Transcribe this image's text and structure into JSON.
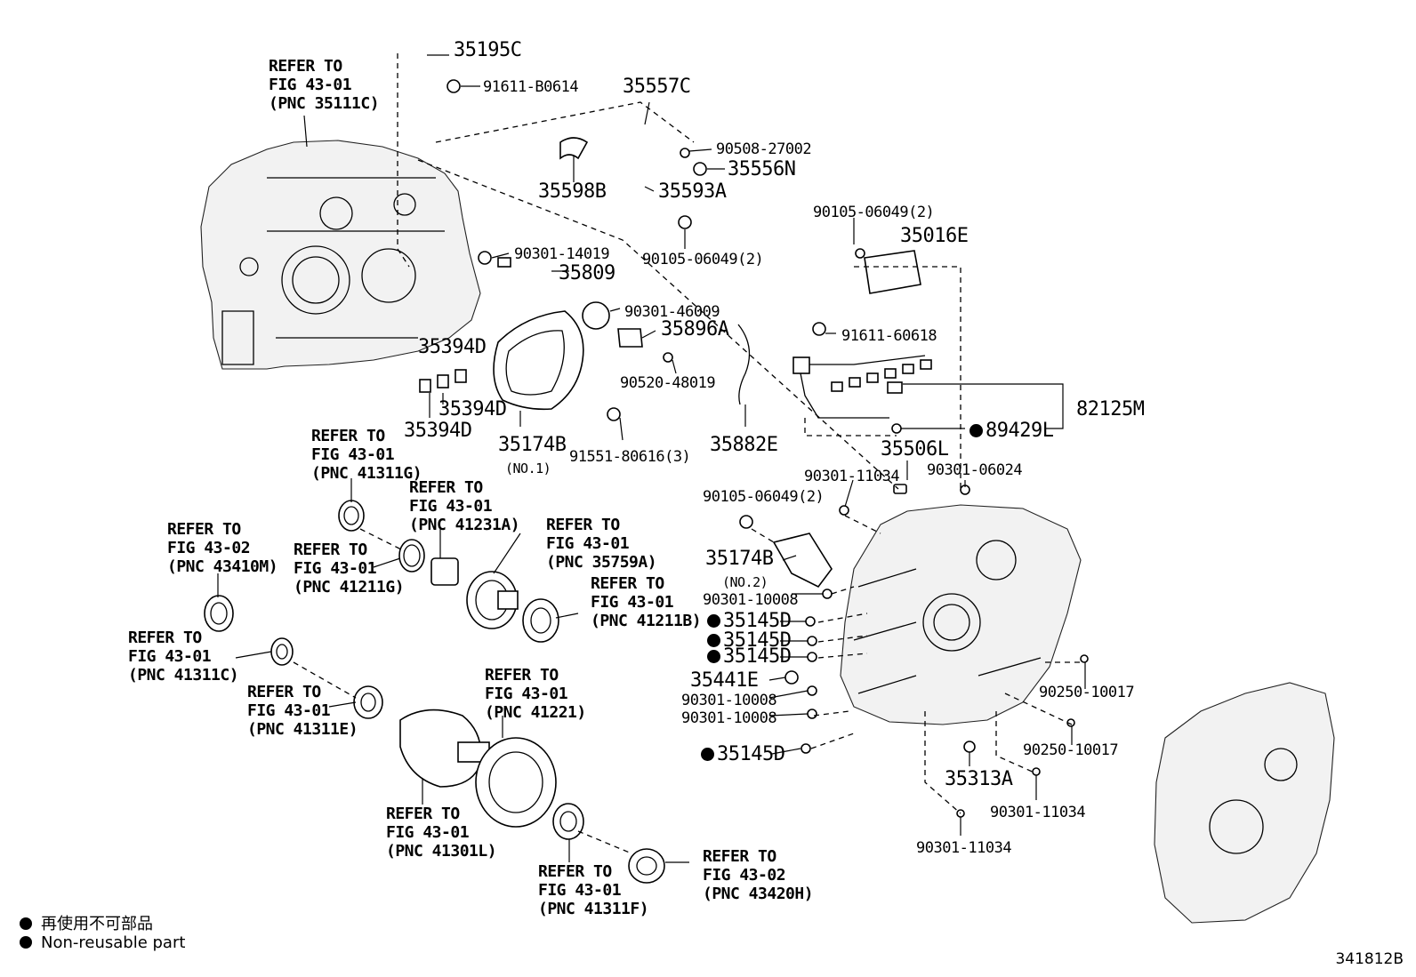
{
  "labels": {
    "p35195C": "35195C",
    "p91611B0614": "91611-B0614",
    "p35557C": "35557C",
    "p9050827002": "90508-27002",
    "p35556N": "35556N",
    "p35598B": "35598B",
    "p35593A": "35593A",
    "p9010506049a": "90105-06049(2)",
    "p9010506049b": "90105-06049(2)",
    "p35016E": "35016E",
    "p9030114019": "90301-14019",
    "p35809": "35809",
    "p9030146009": "90301-46009",
    "p35896A": "35896A",
    "p9161160618": "91611-60618",
    "p35394Da": "35394D",
    "p35394Db": "35394D",
    "p35394Dc": "35394D",
    "p9052048019": "90520-48019",
    "p82125M": "82125M",
    "p89429L": "89429L",
    "p35174B1": "35174B",
    "no1": "(NO.1)",
    "p9155180616": "91551-80616(3)",
    "p35882E": "35882E",
    "p35506L": "35506L",
    "p9030111034a": "90301-11034",
    "p9030106024": "90301-06024",
    "p9010506049c": "90105-06049(2)",
    "p35174B2": "35174B",
    "no2": "(NO.2)",
    "p9030110008a": "90301-10008",
    "p35145Da": "35145D",
    "p35145Db": "35145D",
    "p35145Dc": "35145D",
    "p35441E": "35441E",
    "p9030110008b": "90301-10008",
    "p9030110008c": "90301-10008",
    "p35145Dd": "35145D",
    "p9025010017a": "90250-10017",
    "p9025010017b": "90250-10017",
    "p35313A": "35313A",
    "p9030111034b": "90301-11034",
    "p9030111034c": "90301-11034"
  },
  "refs": [
    {
      "line1": "REFER TO",
      "line2": "FIG 43-01",
      "pnc": "(PNC 35111C)"
    },
    {
      "line1": "REFER TO",
      "line2": "FIG 43-01",
      "pnc": "(PNC 41311G)"
    },
    {
      "line1": "REFER TO",
      "line2": "FIG 43-01",
      "pnc": "(PNC 41231A)"
    },
    {
      "line1": "REFER TO",
      "line2": "FIG 43-02",
      "pnc": "(PNC 43410M)"
    },
    {
      "line1": "REFER TO",
      "line2": "FIG 43-01",
      "pnc": "(PNC 41211G)"
    },
    {
      "line1": "REFER TO",
      "line2": "FIG 43-01",
      "pnc": "(PNC 35759A)"
    },
    {
      "line1": "REFER TO",
      "line2": "FIG 43-01",
      "pnc": "(PNC 41211B)"
    },
    {
      "line1": "REFER TO",
      "line2": "FIG 43-01",
      "pnc": "(PNC 41311C)"
    },
    {
      "line1": "REFER TO",
      "line2": "FIG 43-01",
      "pnc": "(PNC 41311E)"
    },
    {
      "line1": "REFER TO",
      "line2": "FIG 43-01",
      "pnc": "(PNC 41221)"
    },
    {
      "line1": "REFER TO",
      "line2": "FIG 43-01",
      "pnc": "(PNC 41301L)"
    },
    {
      "line1": "REFER TO",
      "line2": "FIG 43-01",
      "pnc": "(PNC 41311F)"
    },
    {
      "line1": "REFER TO",
      "line2": "FIG 43-02",
      "pnc": "(PNC 43420H)"
    }
  ],
  "legend": {
    "line_ja": "再使用不可部品",
    "line_en": "Non-reusable part"
  },
  "figure_number": "341812B"
}
